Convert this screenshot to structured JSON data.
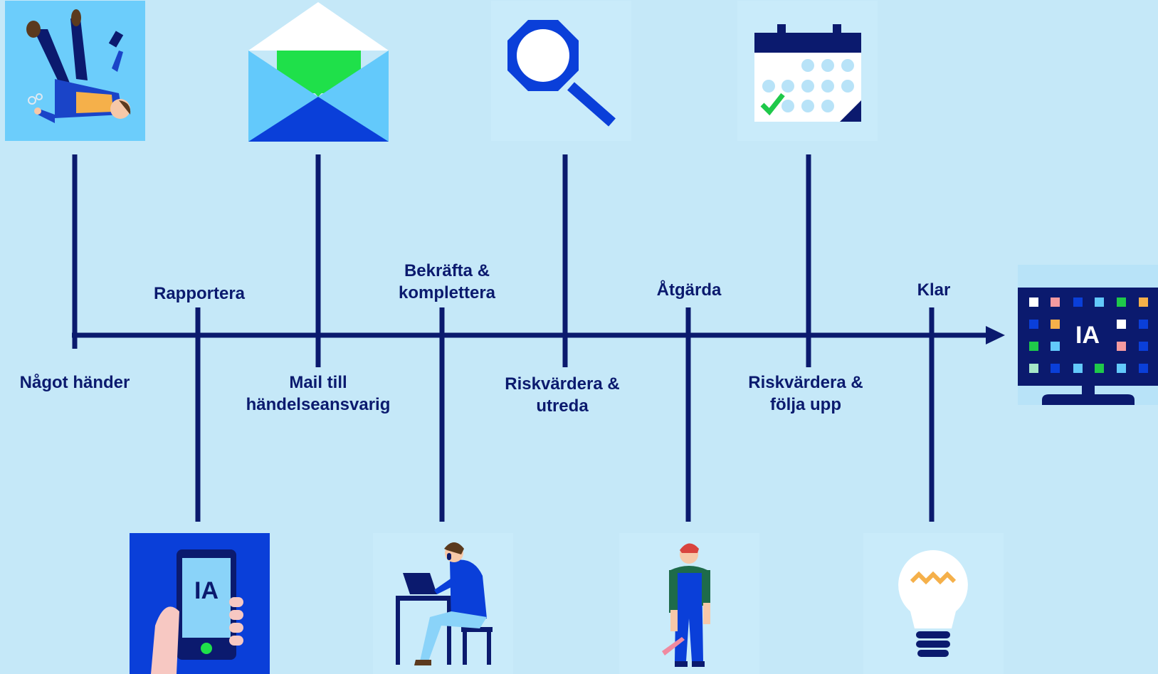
{
  "timeline": {
    "steps": [
      {
        "id": "step-1",
        "label": "Något händer",
        "icon": "falling-person-icon"
      },
      {
        "id": "step-2",
        "label": "Rapportera",
        "icon": "phone-app-icon"
      },
      {
        "id": "step-3",
        "label": "Mail till\nhändelseansvarig",
        "icon": "envelope-icon"
      },
      {
        "id": "step-4",
        "label": "Bekräfta &\nkomplettera",
        "icon": "person-at-laptop-icon"
      },
      {
        "id": "step-5",
        "label": "Riskvärdera &\nutreda",
        "icon": "magnifier-icon"
      },
      {
        "id": "step-6",
        "label": "Åtgärda",
        "icon": "worker-icon"
      },
      {
        "id": "step-7",
        "label": "Riskvärdera &\nfölja upp",
        "icon": "calendar-icon"
      },
      {
        "id": "step-8",
        "label": "Klar",
        "icon": "lightbulb-icon"
      }
    ],
    "end_icon": "ia-monitor-icon",
    "brand_text": "IA"
  },
  "colors": {
    "background": "#c5e8f8",
    "line": "#0b1a6e",
    "dark_blue": "#0a2fd6",
    "light_blue": "#63c9fb",
    "green": "#1fe04a",
    "peach": "#f7c8c2"
  }
}
